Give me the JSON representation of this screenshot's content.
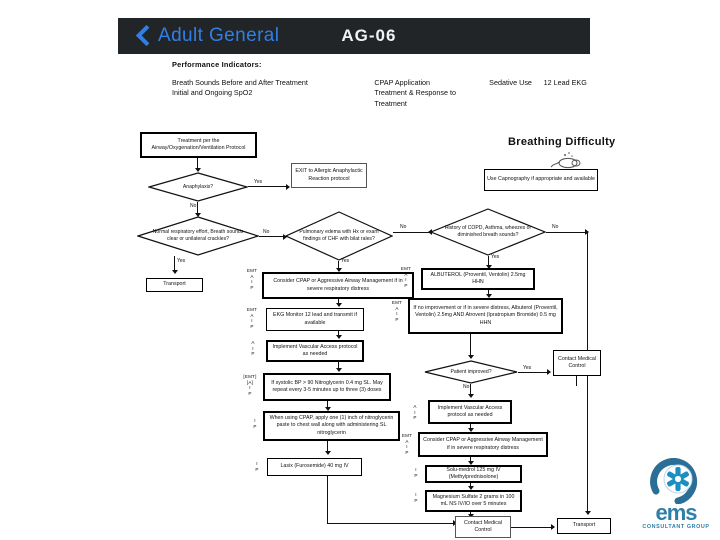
{
  "header": {
    "back_label": "Adult General",
    "protocol_code": "AG-06",
    "back_icon": "chevron-left-icon"
  },
  "performance_indicators": {
    "title": "Performance Indicators:",
    "items": [
      "Breath Sounds Before and After Treatment",
      "Initial and Ongoing SpO2",
      "CPAP Application",
      "Treatment & Response to Treatment",
      "Sedative Use",
      "12 Lead EKG"
    ]
  },
  "chart_title": "Breathing Difficulty",
  "flowchart": {
    "nodes": {
      "start": "Treatment per the Airway/Oxygenation/Ventilation Protocol",
      "anaphylaxis": "Anaphylaxis?",
      "exit_allergic": "EXIT to Allergic Anaphylactic Reaction protocol",
      "normal_resp": "Normal respiratory effort, Breath sounds clear or unilateral crackles?",
      "pulm_edema": "Pulmonary edema with Hx or exam findings of CHF with bilat rales?",
      "transport_left": "Transport",
      "copd_asthma": "History of COPD, Asthma, wheezes or diminished breath sounds?",
      "capnography": "Use Capnography if appropriate and available",
      "cpap_left": "Consider CPAP or Aggressive Airway Management if in severe respiratory distress",
      "ekg_monitor": "EKG Monitor 12 lead and transmit if available",
      "vascular_left": "Implement Vascular Access protocol as needed",
      "nitro": "If systolic BP > 90 Nitroglycerin 0.4 mg SL. May repeat every 3-5 minutes up to three (3) doses",
      "nitro_paste": "When using CPAP, apply one (1) inch of nitroglycerin paste to chest wall along with administering SL nitroglycerin",
      "lasix": "Lasix (Furosemide) 40 mg IV",
      "albuterol": "ALBUTEROL (Proventil, Ventolin) 2.5mg HHN",
      "no_improve": "If no improvement or if in severe distress, Albuterol (Proventil, Ventolin)  2.5mg AND Atrovent (Ipratropium Bromide) 0.5 mg HHN",
      "patient_improved": "Patient improved?",
      "contact_right": "Contact Medical Control",
      "vascular_right": "Implement Vascular Access protocol as needed",
      "cpap_right": "Consider CPAP or Aggressive Airway Management if in severe respiratory distress",
      "solumedrol": "Solu-medrol 125 mg IV (Methylprednisolone)",
      "magnesium": "Magnesium Sulfate 2 grams in 100 mL NS IV/IO over 5 minutes",
      "contact_bottom": "Contact Medical Control",
      "transport_bottom": "Transport"
    },
    "edge_labels": {
      "anaphylaxis_yes": "Yes",
      "anaphylaxis_no": "No",
      "normal_yes": "Yes",
      "normal_no": "No",
      "pulm_yes": "Yes",
      "copd_no": "No",
      "copd_yes": "Yes",
      "improved_yes": "Yes",
      "improved_no": "No"
    },
    "provider_levels": {
      "cpap_left": "EMT\nA\nI\nP",
      "ekg_monitor": "EMT\nA\nI\nP",
      "vascular_left": "A\nI\nP",
      "nitro": "[EMT]\n[A]\nI\nP",
      "nitro_paste": "I\nP",
      "lasix": "I\nP",
      "albuterol": "EMT\nA\nI\nP",
      "no_improve": "EMT\nA\nI\nP",
      "vascular_right": "A\nI\nP",
      "cpap_right": "EMT\nA\nI\nP",
      "solumedrol": "I\nP",
      "magnesium": "I\nP"
    }
  },
  "logo": {
    "wordmark": "ems",
    "sub": "CONSULTANT GROUP",
    "color": "#2e7fa8"
  }
}
